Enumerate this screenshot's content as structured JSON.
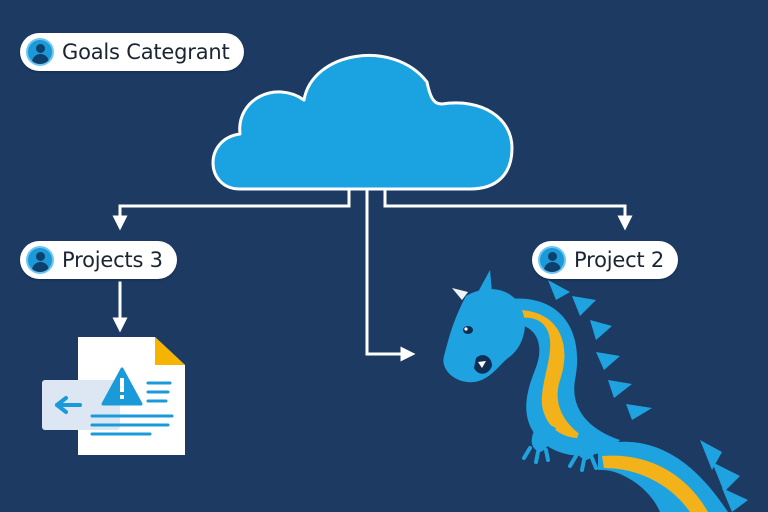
{
  "nodes": {
    "goals": {
      "label": "Goals Categrant",
      "icon": "user-icon"
    },
    "projects3": {
      "label": "Projects 3",
      "icon": "user-icon"
    },
    "project2": {
      "label": "Project 2",
      "icon": "user-icon"
    }
  },
  "illustrations": {
    "cloud": {
      "icon": "cloud-icon",
      "color": "#1aa3e0"
    },
    "document": {
      "icon": "warning-document-icon",
      "accent": "#f5b400"
    },
    "dragon": {
      "icon": "dragon-icon",
      "body_color": "#1fa3e0",
      "belly_color": "#f3b21a"
    }
  },
  "colors": {
    "background": "#1d3a63",
    "connector": "#ffffff",
    "pill": "#ffffff"
  }
}
